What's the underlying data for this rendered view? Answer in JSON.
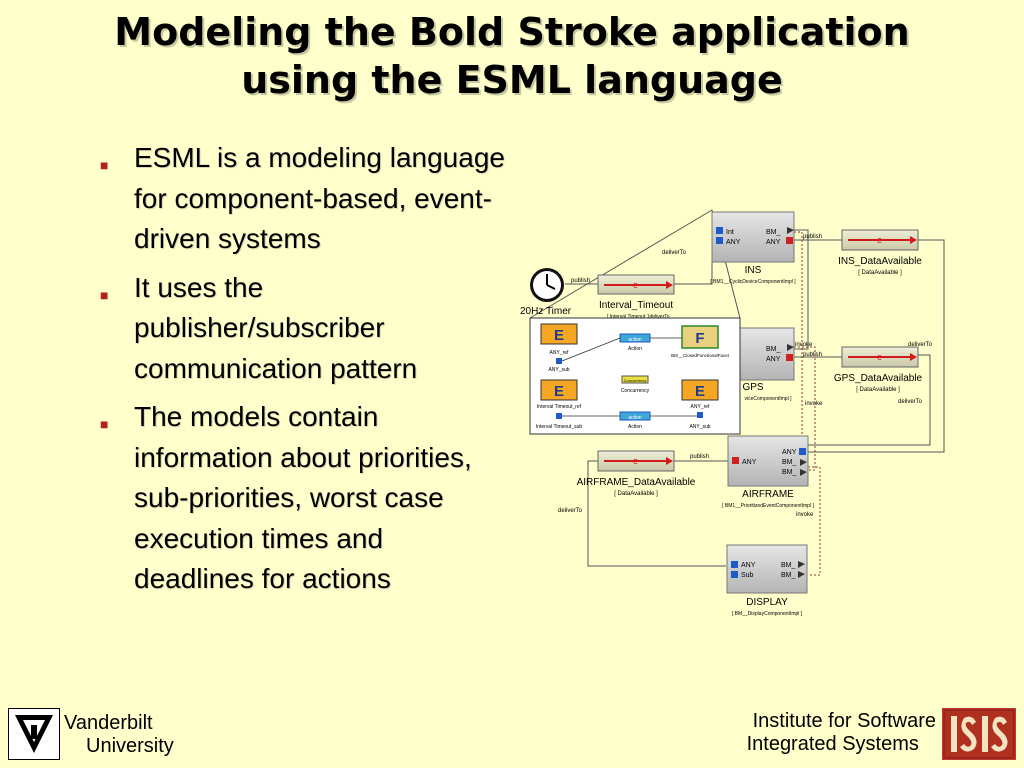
{
  "slide": {
    "title_line1": "Modeling the Bold Stroke application",
    "title_line2": "using the ESML language",
    "bullets": [
      "ESML is a modeling language for component-based, event-driven systems",
      "It uses the publisher/subscriber communication pattern",
      "The models contain information about priorities, sub-priorities, worst case execution times and deadlines for actions"
    ],
    "bullet_marker": "■"
  },
  "diagram": {
    "timer_label": "20Hz Timer",
    "interval": {
      "name": "Interval_Timeout",
      "impl": "[ Interval Timeout.1deliverTo"
    },
    "ins": {
      "name": "INS",
      "impl": "[ BM1__CyclicDeviceComponentImpl ]",
      "port_int": "Int",
      "port_any": "ANY",
      "port_bm": "BM_",
      "port_any_out": "ANY"
    },
    "gps": {
      "name": "GPS",
      "impl": "viceComponentImpl ]",
      "port_bm": "BM_",
      "port_any": "ANY"
    },
    "airframe": {
      "name": "AIRFRAME",
      "impl": "[ BM1__PrioritizedEventComponentImpl ]",
      "port_any_in": "ANY",
      "port_any": "ANY",
      "port_bm1": "BM_",
      "port_bm2": "BM_"
    },
    "display": {
      "name": "DISPLAY",
      "impl": "[ BM__DisplayComponentImpl ]",
      "port_any": "ANY",
      "port_sub": "Sub",
      "port_bm1": "BM_",
      "port_bm2": "BM_"
    },
    "ins_data": {
      "name": "INS_DataAvailable",
      "impl": "[ DataAvailable ]"
    },
    "gps_data": {
      "name": "GPS_DataAvailable",
      "impl": "[ DataAvailable ]"
    },
    "airframe_data": {
      "name": "AIRFRAME_DataAvailable",
      "impl": "[ DataAvailable ]"
    },
    "inset": {
      "e_letter": "E",
      "f_letter": "F",
      "any_ref": "ANY_ref",
      "any_sub": "ANY_sub",
      "interval_ref": "Interval Timeout_ref",
      "interval_sub": "Interval Timeout_sub",
      "action": "action",
      "action_label": "Action",
      "facet": "BM__ClosedFunctionalFacet",
      "concurrency": "Concurrency",
      "any_ref2": "ANY_ref",
      "any_sub2": "ANY_sub"
    },
    "labels": {
      "publish": "publish",
      "deliverTo": "deliverTo",
      "invoke": "invoke",
      "event_glyph": "e"
    }
  },
  "footer": {
    "vu_line1": "Vanderbilt",
    "vu_line2": "University",
    "isis_line1": "Institute for Software",
    "isis_line2": "Integrated Systems"
  },
  "colors": {
    "background": "#FFFFCC",
    "bullet": "#B22222",
    "event_bar": "#DDDDC0",
    "port_blue": "#1E5AC8",
    "port_red": "#D02020",
    "arrow_red": "#D21A1A"
  }
}
